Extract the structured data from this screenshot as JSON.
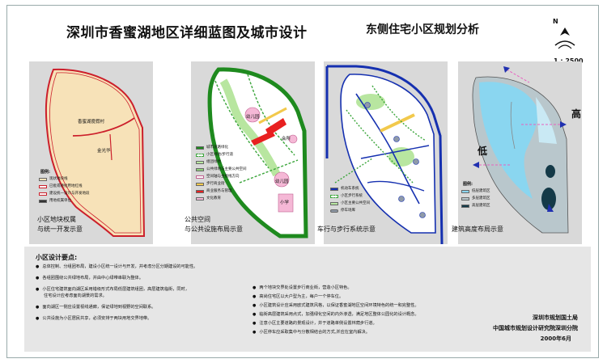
{
  "header": {
    "title": "深圳市香蜜湖地区详细蓝图及城市设计",
    "subtitle": "东侧住宅小区规划分析",
    "north": "N",
    "scale": "1 : 2500"
  },
  "panel1": {
    "label_a": "香蜜湖度假村",
    "label_b": "金光华",
    "legend_title": "图例:",
    "legend": [
      "现状地块线",
      "已批或待批用地红线",
      "建设统一设计与开发地段",
      "用地权属单位"
    ],
    "caption_line1": "小区地块权属",
    "caption_line2": "与统一开发示意"
  },
  "panel2": {
    "label_kindergarten1": "幼儿园",
    "label_kindergarten2": "幼儿园",
    "label_club": "会所",
    "label_school": "小学",
    "legend": [
      "城市道路绿化",
      "小区绿地/步行道",
      "组团绿地",
      "公共绿地与主要公共空间",
      "空间轴与主视线方向",
      "步行商业街",
      "商业服务与管理",
      "文化教育"
    ],
    "caption_line1": "公共空间",
    "caption_line2": "与公共设施布局示意"
  },
  "panel3": {
    "legend": [
      "机动车系统",
      "小区步行系统",
      "小区主要公共空间",
      "停车场库"
    ],
    "caption": "车行与步行系统示意"
  },
  "panel4": {
    "label_high": "高",
    "label_low": "低",
    "legend_title": "图例:",
    "legend": [
      "低层建筑区",
      "多层建筑区",
      "高层建筑区"
    ],
    "caption": "建筑高度布局示意"
  },
  "notes": {
    "heading": "小区设计要点:",
    "left": [
      "总体控制、分组团布局，建设小区统一设计与开发，并考虑分区分期建设的可能性。",
      "各组团围绕公共绿地布局，并由中心绿带串联为整体。",
      "小区住宅建筑面向湖区采用错级形式布局低层建筑组团，高层建筑临街，同时，",
      "面向湖区一侧应设置视线通廊，保证绿地到视野的空间联系。",
      "公共设施为小区居民共享，必须安排于两块用地交界地带。"
    ],
    "left_cont": "住宅设计应考虑面向湖景的需求。",
    "right": [
      "两个地块交界处设置步行商业街，营造小区特色。",
      "高尚住宅区以大户型为主，每户一个停车位。",
      "小区建筑设计应采用欧式建筑风格，以保证香蜜湖地区空间环境特色的统一和完整性。",
      "临街高层建筑采用点式，加强绿化空间的内外渗透，满足地区整体公园化的设计概念。",
      "注意小区主要道路的景观设计，并于道路单侧设置林荫步行道。",
      "小区停车应采取集中与分散相结合的方式,并应在室内解决。"
    ]
  },
  "footer": {
    "org1": "深圳市规划国土局",
    "org2": "中国城市规划设计研究院深圳分院",
    "date": "2000年6月"
  }
}
